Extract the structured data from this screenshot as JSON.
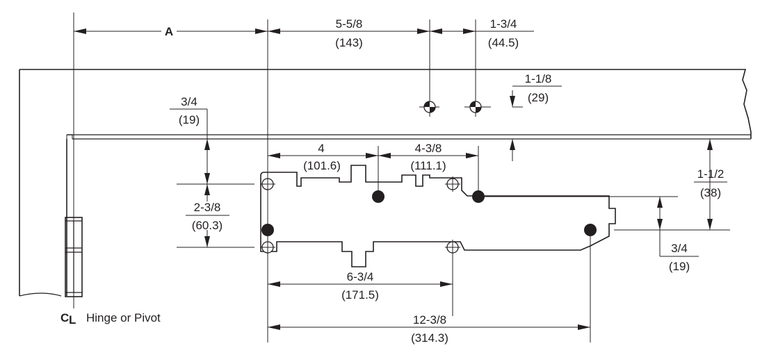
{
  "dimensions": {
    "a": {
      "label": "A"
    },
    "top_5_5_8": {
      "inch": "5-5/8",
      "mm": "(143)"
    },
    "top_1_3_4": {
      "inch": "1-3/4",
      "mm": "(44.5)"
    },
    "right_1_1_8": {
      "inch": "1-1/8",
      "mm": "(29)"
    },
    "left_3_4": {
      "inch": "3/4",
      "mm": "(19)"
    },
    "plate_4": {
      "inch": "4",
      "mm": "(101.6)"
    },
    "plate_4_3_8": {
      "inch": "4-3/8",
      "mm": "(111.1)"
    },
    "right_1_1_2": {
      "inch": "1-1/2",
      "mm": "(38)"
    },
    "left_2_3_8": {
      "inch": "2-3/8",
      "mm": "(60.3)"
    },
    "right_3_4": {
      "inch": "3/4",
      "mm": "(19)"
    },
    "bottom_6_3_4": {
      "inch": "6-3/4",
      "mm": "(171.5)"
    },
    "bottom_12_3_8": {
      "inch": "12-3/8",
      "mm": "(314.3)"
    }
  },
  "hinge_label": "Hinge or Pivot",
  "centerline_symbol": "CL"
}
